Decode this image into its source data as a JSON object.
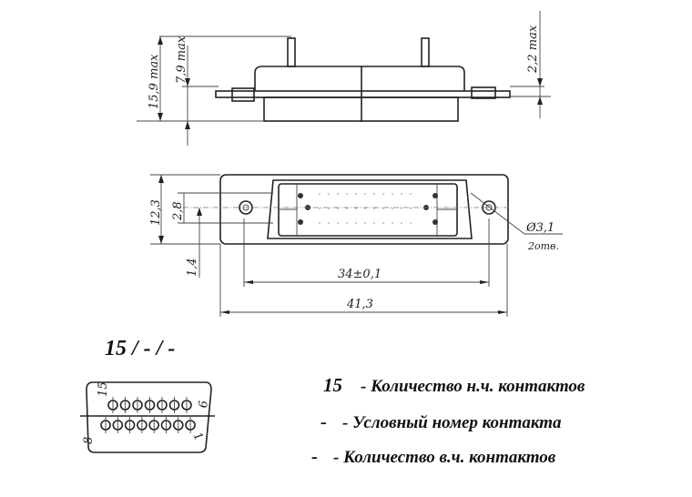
{
  "dimensions": {
    "total_height": "15,9 max",
    "lower_height": "7,9 max",
    "flange_thickness": "2,2 max",
    "width_height": "12,3",
    "row_pitch": "2,8",
    "offset": "1,4",
    "hole_spacing": "34±0,1",
    "overall_length": "41,3",
    "hole_diameter": "Ø3,1",
    "hole_count": "2отв."
  },
  "designation": "15 / - / -",
  "pin_labels": {
    "first_top": "15",
    "last_top": "9",
    "first_bottom": "8",
    "last_bottom": "1"
  },
  "legend": [
    {
      "code": "15",
      "text": "- Количество н.ч. контактов"
    },
    {
      "code": "- ",
      "text": "- Условный номер контакта"
    },
    {
      "code": "- ",
      "text": "- Количество в.ч. контактов"
    }
  ]
}
